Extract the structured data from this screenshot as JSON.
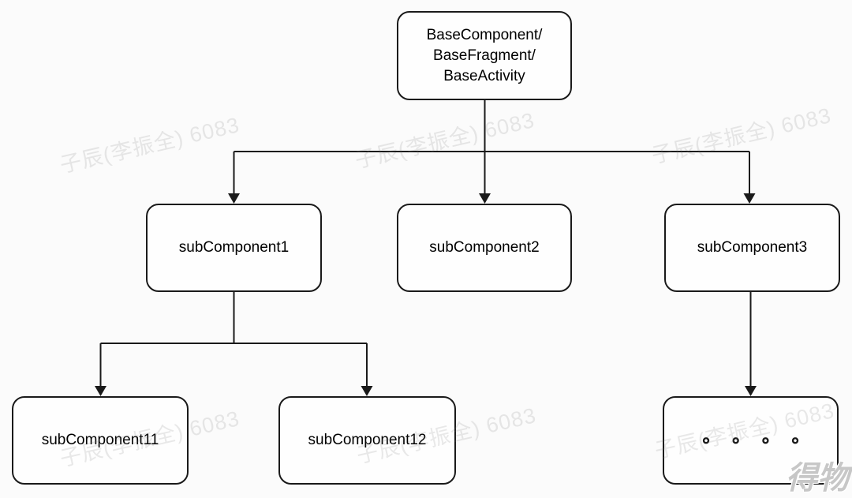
{
  "canvas": {
    "background_color": "#fbfbfb",
    "line_color": "#1a1a1a",
    "node_fill_color": "#fefefe",
    "node_text_color": "#000000"
  },
  "diagram": {
    "type": "tree",
    "root": {
      "lines": [
        "BaseComponent/",
        "BaseFragment/",
        "BaseActivity"
      ]
    },
    "level2": [
      {
        "label": "subComponent1"
      },
      {
        "label": "subComponent2"
      },
      {
        "label": "subComponent3"
      }
    ],
    "level3": [
      {
        "label": "subComponent11",
        "parent": "subComponent1"
      },
      {
        "label": "subComponent12",
        "parent": "subComponent1"
      },
      {
        "label": "∘ ∘ ∘ ∘",
        "parent": "subComponent3"
      }
    ]
  },
  "watermark": {
    "text": "子辰(李振全) 6083",
    "logo_text": "得物",
    "text_color": "rgba(120,120,120,0.16)",
    "logo_color": "#c7c7c7"
  }
}
